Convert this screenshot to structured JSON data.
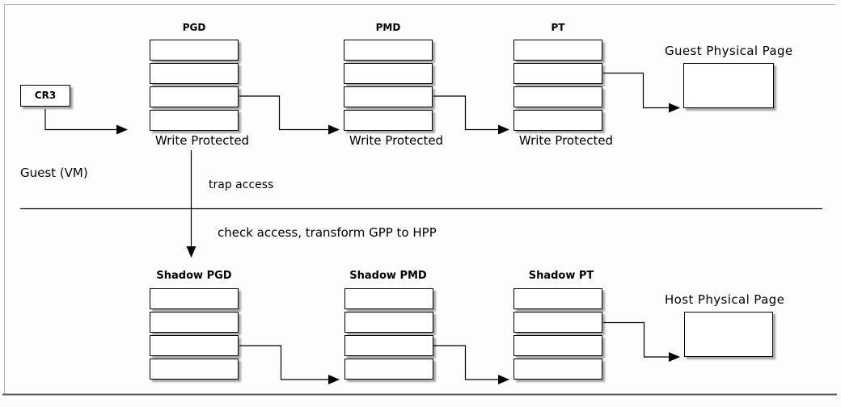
{
  "diagram": {
    "guest_section_label": "Guest (VM)",
    "cr3_label": "CR3",
    "trap_access_label": "trap access",
    "check_access_label": "check access, transform GPP to HPP",
    "guest_tables": [
      {
        "title": "PGD",
        "caption": "Write Protected"
      },
      {
        "title": "PMD",
        "caption": "Write Protected"
      },
      {
        "title": "PT",
        "caption": "Write Protected"
      }
    ],
    "shadow_tables": [
      {
        "title": "Shadow PGD"
      },
      {
        "title": "Shadow PMD"
      },
      {
        "title": "Shadow PT"
      }
    ],
    "guest_physical_page_label": "Guest Physical Page",
    "host_physical_page_label": "Host Physical Page",
    "colors": {
      "line": "#000000",
      "box_fill": "#ffffff",
      "shadow": "rgba(0,0,0,0.35)",
      "frame": "#b0b0b0",
      "frame_bottom": "#5a5a5a"
    }
  }
}
